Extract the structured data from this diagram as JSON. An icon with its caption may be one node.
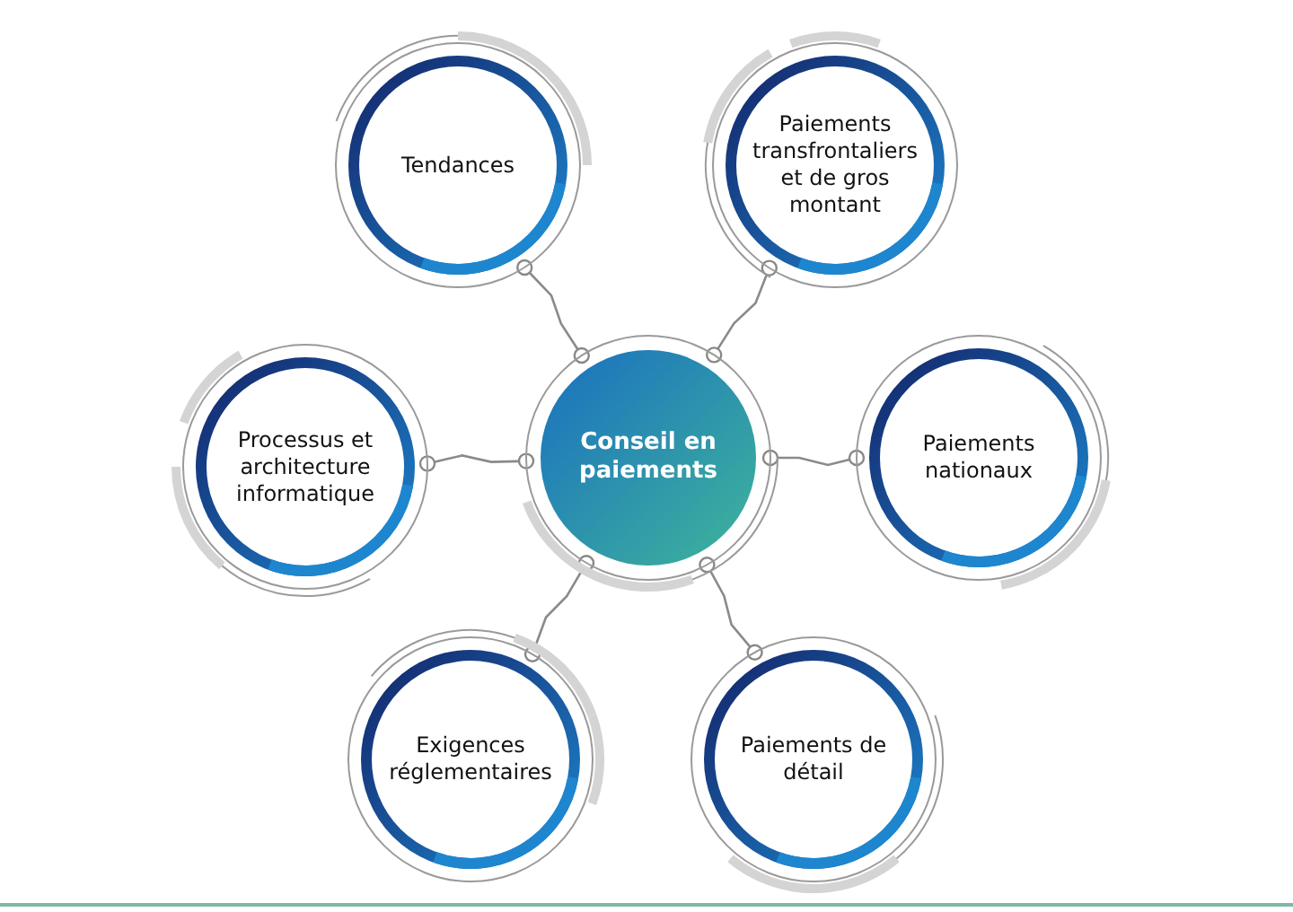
{
  "diagram": {
    "nodes": [
      {
        "text": [
          "Conseil en paiements"
        ]
      },
      {
        "text": [
          "Tendances"
        ]
      },
      {
        "text": [
          "Paiements transfrontaliers et de gros montant"
        ]
      },
      {
        "text": [
          "Processus et architecture informatique"
        ]
      },
      {
        "text": [
          "Paiements nationaux"
        ]
      },
      {
        "text": [
          "Exigences réglementaires"
        ]
      },
      {
        "text": [
          "Paiements de détail"
        ]
      }
    ],
    "edges": [
      {
        "from": 0,
        "to": 1,
        "arrow": "other"
      },
      {
        "from": 0,
        "to": 2,
        "arrow": "other"
      },
      {
        "from": 0,
        "to": 3,
        "arrow": "other"
      },
      {
        "from": 0,
        "to": 4,
        "arrow": "other"
      },
      {
        "from": 0,
        "to": 5,
        "arrow": "other"
      },
      {
        "from": 0,
        "to": 6,
        "arrow": "other"
      }
    ]
  }
}
